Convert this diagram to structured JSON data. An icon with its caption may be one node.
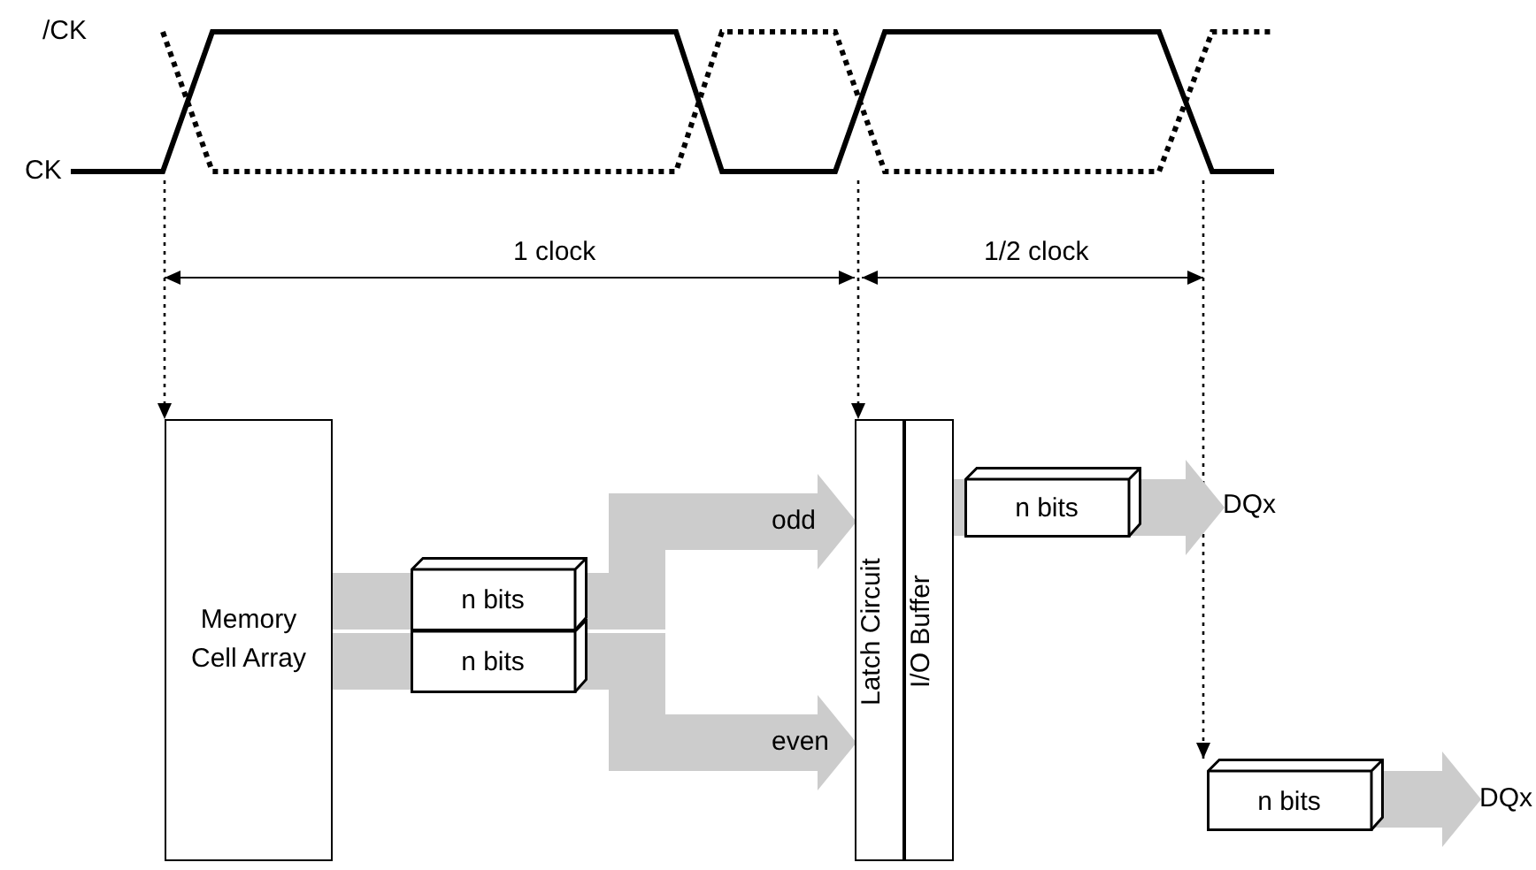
{
  "diagram": {
    "nodes": [
      {
        "text": [],
        "shape": "picture"
      },
      {
        "text": [
          "Memory Cell Array"
        ]
      },
      {
        "text": [
          "n bits"
        ]
      },
      {
        "text": [
          "n bits"
        ]
      },
      {
        "text": [
          "Latch Circuit"
        ]
      },
      {
        "text": [
          "I/O Buffer"
        ]
      },
      {
        "text": [
          "n bits"
        ]
      },
      {
        "text": [
          "n bits"
        ]
      },
      {
        "text": [
          "DQx"
        ]
      },
      {
        "text": [
          "DQx"
        ]
      }
    ],
    "edges": [
      {
        "from": 0,
        "to": 1,
        "arrow": "to",
        "style": "dashed",
        "color": "#000000"
      },
      {
        "from": 0,
        "to": 4,
        "arrow": "to",
        "style": "dashed",
        "color": "#000000"
      },
      {
        "from": 0,
        "to": 7,
        "arrow": "to",
        "style": "dashed",
        "color": "#000000"
      },
      {
        "from": 1,
        "to": 2,
        "arrow": "none"
      },
      {
        "from": 1,
        "to": 3,
        "arrow": "none"
      },
      {
        "from": 2,
        "to": 4,
        "arrow": "to",
        "label": "odd"
      },
      {
        "from": 3,
        "to": 4,
        "arrow": "to",
        "label": "even"
      },
      {
        "from": 5,
        "to": 6,
        "arrow": "none"
      },
      {
        "from": 6,
        "to": 8,
        "arrow": "to"
      },
      {
        "from": 7,
        "to": 9,
        "arrow": "to"
      }
    ],
    "labels": [
      "/CK",
      "CK",
      "1 clock",
      "1/2 clock"
    ]
  }
}
